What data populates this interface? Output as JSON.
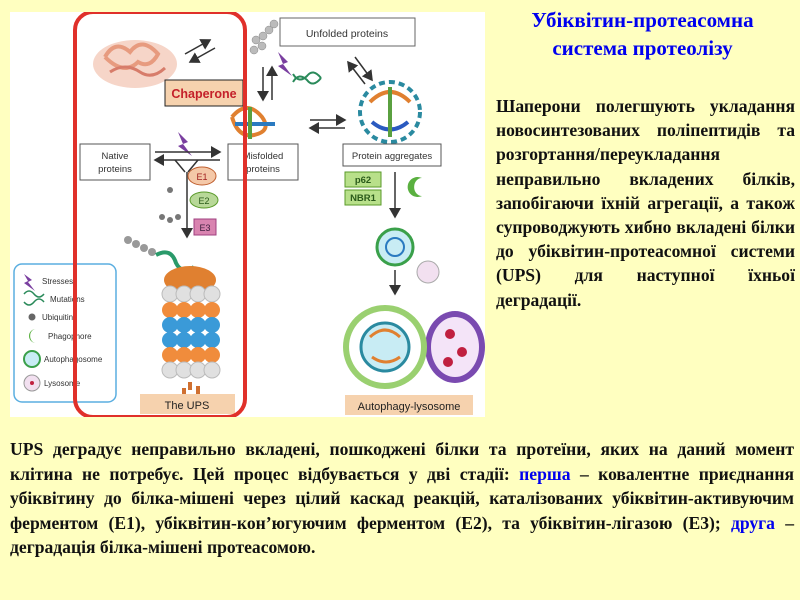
{
  "title": {
    "line1": "Убіквітин-протеасомна",
    "line2": "система протеолізу"
  },
  "side_text": "Шаперони полегшують укладання новосинтезованих поліпептидів та розгортання/переукладання неправильно вкладених білків, запобігаючи їхній агрегації, а також супроводжують хибно вкладені білки до убіквітин-протеасомної системи (UPS) для наступної їхньої деградації.",
  "bottom_text": {
    "part1": "UPS деградує неправильно вкладені, пошкоджені білки та протеїни, яких на даний момент клітина не потребує. Цей процес відбувається у дві стадії: ",
    "first": "перша",
    "part2": " – ковалентне приєднання убіквітину до білка-мішені через цілий каскад реакцій, каталізованих убіквітин-активуючим ферментом (Е1), убіквітин-кон’югуючим ферментом (Е2), та убіквітин-лігазою (Е3); ",
    "second": "друга",
    "part3": " – деградація білка-мішені протеасомою."
  },
  "diagram": {
    "unfolded_proteins": "Unfolded proteins",
    "chaperone": "Chaperone",
    "native_proteins_1": "Native",
    "native_proteins_2": "proteins",
    "misfolded_proteins_1": "Misfolded",
    "misfolded_proteins_2": "proteins",
    "protein_aggregates": "Protein aggregates",
    "e1": "E1",
    "e2": "E2",
    "e3": "E3",
    "p62": "p62",
    "nbr1": "NBR1",
    "the_ups": "The UPS",
    "autophagy_lysosome": "Autophagy-lysosome",
    "legend": {
      "stresses": "Stresses",
      "mutations": "Mutations",
      "ubiquitin": "Ubiquitin",
      "phagophore": "Phagophore",
      "autophagosome": "Autophagosome",
      "lysosome": "Lysosome"
    }
  },
  "colors": {
    "background": "#ffffc0",
    "accent_blue": "#0000ee",
    "highlight_red": "#e0302a",
    "label_green": "#5a9a2a",
    "e3_box": "#d984b0"
  }
}
